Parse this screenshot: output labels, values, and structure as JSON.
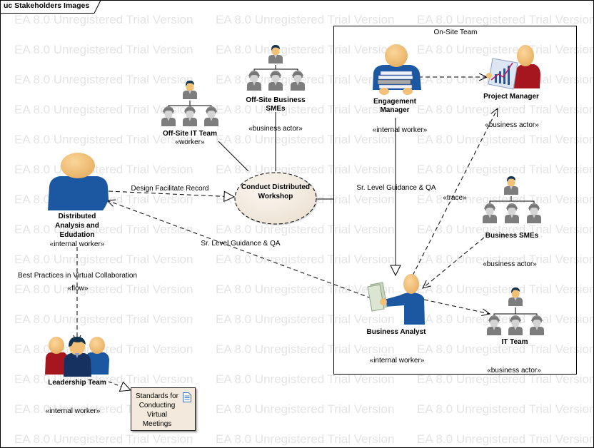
{
  "diagram": {
    "frame_title": "uc Stakeholders Images",
    "watermark": "EA 8.0 Unregistered Trial Version",
    "boundary": {
      "title": "On-Site Team"
    },
    "elements": {
      "offsite_it_team": {
        "name": "Off-Site IT Team",
        "stereotype": "«worker»",
        "icon": "org-chart-icon"
      },
      "offsite_business_smes": {
        "name_line1": "Off-Site Business",
        "name_line2": "SMEs",
        "stereotype": "«business actor»",
        "icon": "org-chart-icon"
      },
      "engagement_manager": {
        "name_line1": "Engagement",
        "name_line2": "Manager",
        "stereotype": "«internal worker»",
        "icon": "worker-with-books-icon"
      },
      "project_manager": {
        "name": "Project Manager",
        "stereotype": "«business actor»",
        "icon": "worker-with-chart-icon"
      },
      "distributed_analysis": {
        "name_line1": "Distributed",
        "name_line2": "Analysis and",
        "name_line3": "Edudation",
        "stereotype": "«internal worker»",
        "icon": "person-icon"
      },
      "conduct_workshop": {
        "name_line1": "Conduct Distributed",
        "name_line2": "Workshop",
        "type": "use case"
      },
      "business_smes": {
        "name": "Business SMEs",
        "stereotype": "«business actor»",
        "icon": "org-chart-icon"
      },
      "business_analyst": {
        "name": "Business Analyst",
        "stereotype": "«internal worker»",
        "icon": "worker-with-documents-icon"
      },
      "it_team": {
        "name": "IT Team",
        "stereotype": "«business actor»",
        "icon": "org-chart-icon"
      },
      "leadership_team": {
        "name": "Leadership Team",
        "stereotype": "«internal worker»",
        "icon": "group-icon"
      },
      "standards_note": {
        "line1": "Standards for",
        "line2": "Conducting",
        "line3": "Virtual",
        "line4": "Meetings",
        "icon": "document-icon"
      }
    },
    "connectors": [
      {
        "from": "Distributed Analysis and Edudation",
        "to": "Conduct Distributed Workshop",
        "label": "Design Facilitate Record",
        "style": "dashed-realization"
      },
      {
        "from": "Business Analyst",
        "to": "Distributed Analysis and Edudation",
        "label": "Sr. Level Guidance & QA",
        "style": "dashed-arrow"
      },
      {
        "from": "Engagement Manager",
        "to": "Business Analyst",
        "label": "Sr. Level Guidance & QA",
        "style": "solid-realization"
      },
      {
        "from": "Business Analyst",
        "to": "Project Manager",
        "label": "«trace»",
        "style": "dashed-arrow"
      },
      {
        "from": "Distributed Analysis and Edudation",
        "to": "Leadership Team",
        "label": "Best Practices in Virtual Collaboration",
        "stereotype": "«flow»",
        "style": "dashed-arrow"
      },
      {
        "from": "Engagement Manager",
        "to": "Project Manager",
        "label": "",
        "style": "dashed-arrow"
      },
      {
        "from": "Business SMEs",
        "to": "Business Analyst",
        "label": "",
        "style": "dashed-arrow"
      },
      {
        "from": "Business Analyst",
        "to": "IT Team",
        "label": "",
        "style": "dashed-arrow"
      },
      {
        "from": "Leadership Team",
        "to": "Standards for Conducting Virtual Meetings",
        "label": "",
        "style": "dashed-realization"
      },
      {
        "from": "Off-Site IT Team",
        "to": "Conduct Distributed Workshop",
        "label": "",
        "style": "solid"
      },
      {
        "from": "Off-Site Business SMEs",
        "to": "Conduct Distributed Workshop",
        "label": "",
        "style": "solid"
      },
      {
        "from": "Conduct Distributed Workshop",
        "to": "On-Site Team",
        "label": "",
        "style": "solid"
      }
    ]
  }
}
